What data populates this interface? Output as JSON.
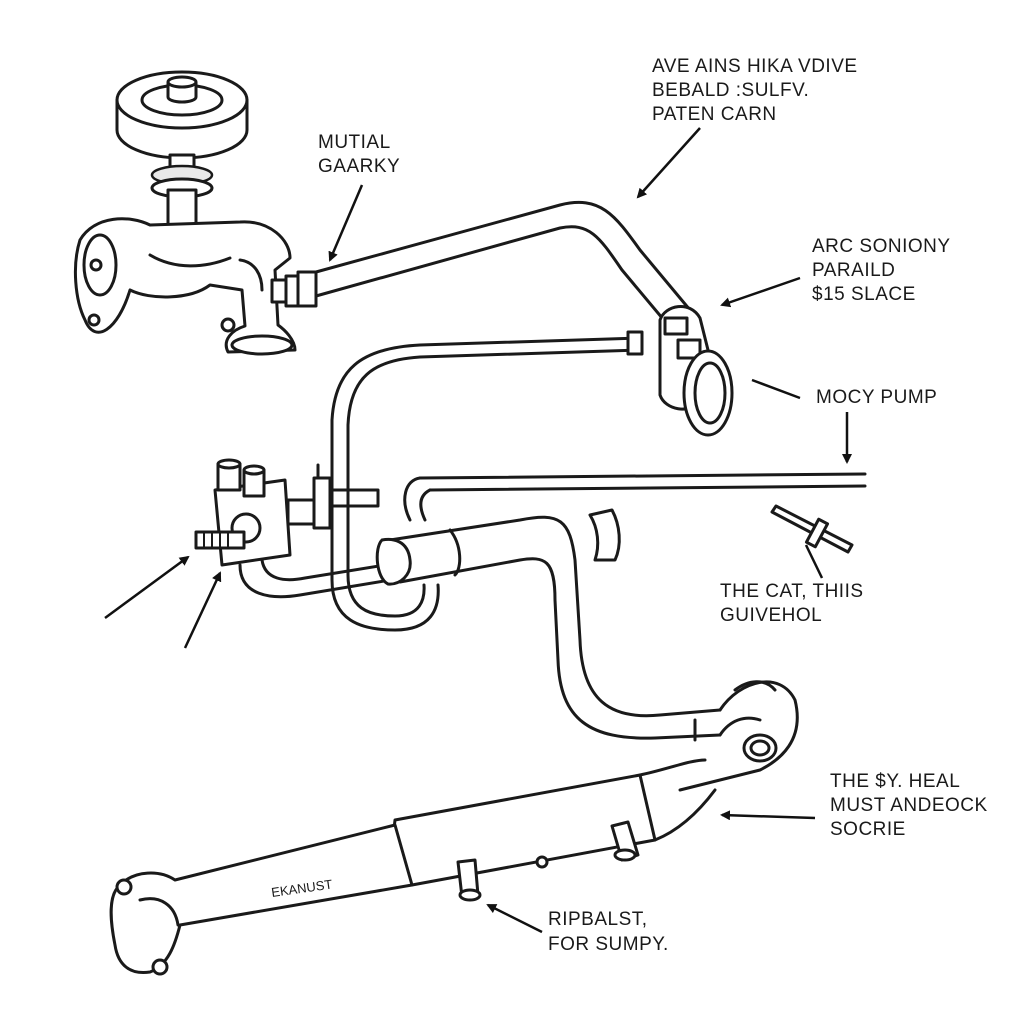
{
  "labels": {
    "mutial_gaarky": [
      "MUTIAL",
      "GAARKY"
    ],
    "ave_ains": [
      "AVE AINS HIKA VDIVE",
      "BEBALD :SULFV.",
      "PATEN CARN"
    ],
    "arc_soniony": [
      "ARC SONIONY",
      "PARAILD",
      "$15 SLACE"
    ],
    "mocy_pump": [
      "MOCY PUMP"
    ],
    "the_cat": [
      "THE CAT, THIIS",
      "GUIVEHOL"
    ],
    "the_sy_heal": [
      "THE $Y. HEAL",
      "MUST ANDEOCK",
      "SOCRIE"
    ],
    "ripbalst": [
      "RIPBALST,",
      "FOR SUMPY."
    ],
    "exhaust": "EKANUST"
  }
}
